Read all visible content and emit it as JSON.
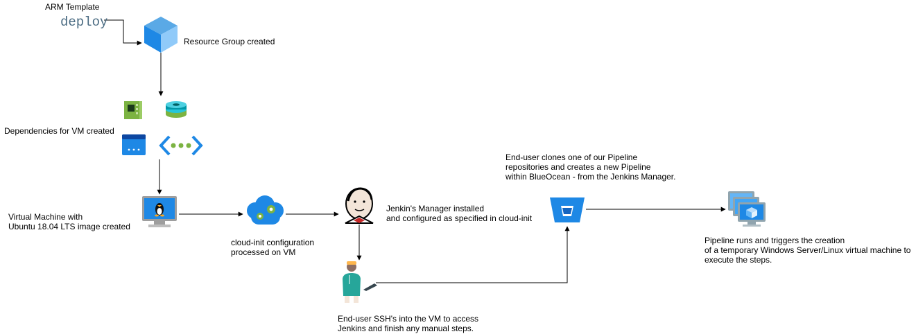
{
  "labels": {
    "arm_template": "ARM Template",
    "deploy_word": "deploy",
    "resource_group": "Resource Group created",
    "dependencies": "Dependencies for VM created",
    "vm_line1": "Virtual Machine with",
    "vm_line2": "Ubuntu 18.04 LTS image created",
    "cloudinit_line1": "cloud-init configuration",
    "cloudinit_line2": "processed on VM",
    "jenkins_line1": "Jenkin's Manager installed",
    "jenkins_line2": "and configured as specified in cloud-init",
    "ssh_line1": "End-user SSH's into the VM to access",
    "ssh_line2": "Jenkins and finish any manual steps.",
    "clone_line1": "End-user clones one of our Pipeline",
    "clone_line2": "repositories and creates a new Pipeline",
    "clone_line3": "within BlueOcean - from the Jenkins Manager.",
    "pipeline_line1": "Pipeline runs and triggers the creation",
    "pipeline_line2": "of a temporary Windows Server/Linux virtual machine to",
    "pipeline_line3": "execute the steps."
  },
  "colors": {
    "azure_blue": "#1e88e5",
    "deploy_text": "#4a6b82",
    "nic_green": "#7cb342",
    "storage_cyan": "#26c6da",
    "edge": "#000000"
  },
  "icons": [
    "resource-group-icon",
    "network-interface-icon",
    "storage-disk-icon",
    "public-ip-icon",
    "vnet-icon",
    "vm-linux-icon",
    "cloud-init-icon",
    "jenkins-icon",
    "end-user-icon",
    "bitbucket-icon",
    "vm-scale-set-icon"
  ]
}
